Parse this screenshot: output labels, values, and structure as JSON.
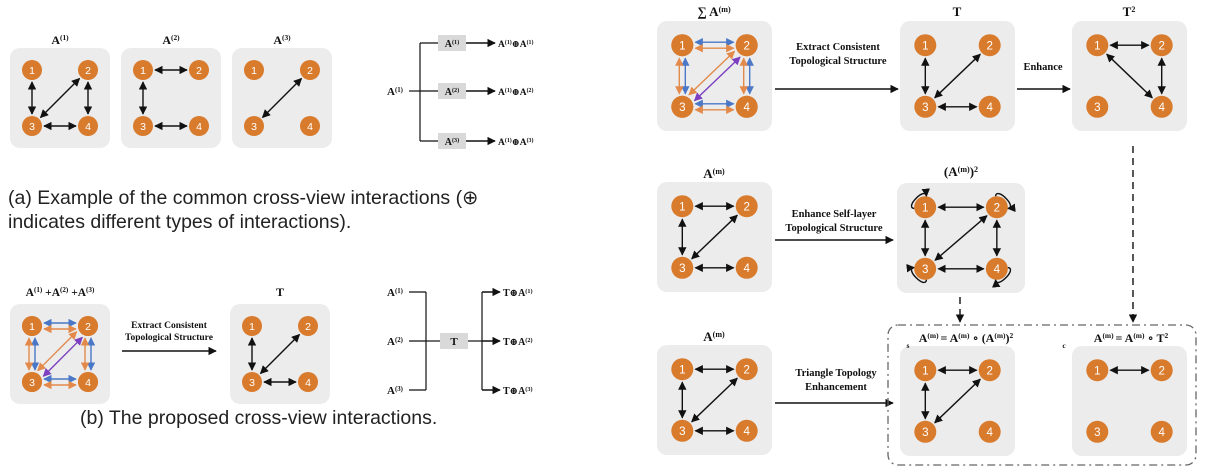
{
  "nodes": [
    "1",
    "2",
    "3",
    "4"
  ],
  "colors": {
    "node": "#d97b2d",
    "box": "#ececec",
    "black": "#111111",
    "blue": "#4a78c7",
    "orange": "#e38a4a",
    "purple": "#7b3fbf",
    "gray_tag": "#d9d9d9"
  },
  "panel_a": {
    "matrices": [
      {
        "base": "A",
        "sup": "(1)"
      },
      {
        "base": "A",
        "sup": "(2)"
      },
      {
        "base": "A",
        "sup": "(3)"
      }
    ],
    "input": {
      "base": "A",
      "sup": "(1)"
    },
    "branches": [
      {
        "tag_sup": "(1)",
        "out_base": "A",
        "out_sup1": "(1)",
        "op": "⊕",
        "out_sup2": "(1)"
      },
      {
        "tag_sup": "(2)",
        "out_base": "A",
        "out_sup1": "(1)",
        "op": "⊕",
        "out_sup2": "(2)"
      },
      {
        "tag_sup": "(3)",
        "out_base": "A",
        "out_sup1": "(1)",
        "op": "⊕",
        "out_sup2": "(3)"
      }
    ],
    "caption_line1": "(a) Example of the common cross-view interactions (⊕",
    "caption_line2": "indicates different types of interactions)."
  },
  "panel_b": {
    "sum_label": {
      "parts": [
        {
          "t": "A",
          "s": "(1)"
        },
        {
          "t": " +A",
          "s": "(2)"
        },
        {
          "t": " +A",
          "s": "(3)"
        }
      ]
    },
    "arrow_line1": "Extract Consistent",
    "arrow_line2": "Topological Structure",
    "result_label": "T",
    "inputs": [
      {
        "base": "A",
        "sup": "(1)"
      },
      {
        "base": "A",
        "sup": "(2)"
      },
      {
        "base": "A",
        "sup": "(3)"
      }
    ],
    "center": "T",
    "outputs": [
      {
        "base": "T",
        "op": "⊕",
        "out_base": "A",
        "sup": "(1)"
      },
      {
        "base": "T",
        "op": "⊕",
        "out_base": "A",
        "sup": "(2)"
      },
      {
        "base": "T",
        "op": "⊕",
        "out_base": "A",
        "sup": "(3)"
      }
    ],
    "caption": "(b) The proposed cross-view interactions."
  },
  "panel_c": {
    "row1": {
      "left_label": {
        "prefix": "∑ ",
        "base": "A",
        "sup": "(m)"
      },
      "arrow1_line1": "Extract Consistent",
      "arrow1_line2": "Topological Structure",
      "mid_label": "T",
      "arrow2": "Enhance",
      "right_label": {
        "base": "T",
        "sup": "2"
      }
    },
    "row2": {
      "left_label": {
        "base": "A",
        "sup": "(m)"
      },
      "arrow_line1": "Enhance Self-layer",
      "arrow_line2": "Topological Structure",
      "right_label": {
        "base": "(A",
        "sup_inner": "(m)",
        "close": ")",
        "sup": "2"
      }
    },
    "row3": {
      "left_label": {
        "base": "A",
        "sup": "(m)"
      },
      "arrow_line1": "Triangle Topology",
      "arrow_line2": "Enhancement",
      "label_s": {
        "base": "A",
        "sub": "s",
        "sup": "(m)",
        "eq": " = ",
        "rhs": "A",
        "rhs_sup": "(m)",
        "op": " ∘ ",
        "par": "(A",
        "par_sup": "(m)",
        "par_close": ")",
        "outer_sup": "2"
      },
      "label_c": {
        "base": "A",
        "sub": "c",
        "sup": "(m)",
        "eq": " = ",
        "rhs": "A",
        "rhs_sup": "(m)",
        "op": " ∘ ",
        "t": "T",
        "t_sup": "2"
      }
    }
  }
}
